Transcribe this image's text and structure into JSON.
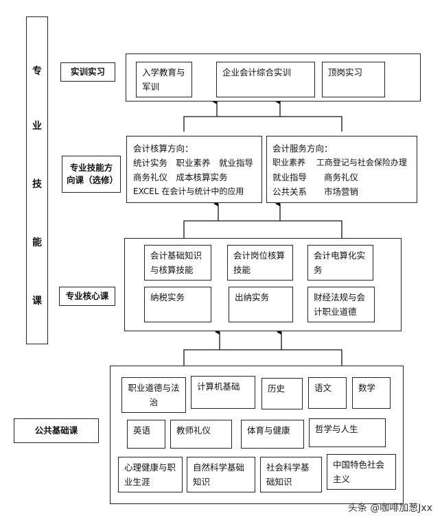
{
  "side_label": [
    "专",
    "业",
    "技",
    "能",
    "课"
  ],
  "practice": {
    "label": "实训实习",
    "items": [
      "入学教育与军训",
      "企业会计综合实训",
      "顶岗实习"
    ]
  },
  "direction": {
    "label": "专业技能方向课（选修）",
    "accounting": {
      "title": "会计核算方向：",
      "lines": [
        "统计实务　职业素养　就业指导",
        "商务礼仪　成本核算实务",
        "EXCEL 在会计与统计中的应用"
      ]
    },
    "service": {
      "title": "会计服务方向：",
      "lines": [
        "职业素养　 工商登记与社会保险办理",
        "就业指导　　商务礼仪",
        "公共关系　　市场营销"
      ]
    }
  },
  "core": {
    "label": "专业核心课",
    "items": [
      "会计基础知识与核算技能",
      "会计岗位核算技能",
      "会计电算化实务",
      "纳税实务",
      "出纳实务",
      "财经法规与会计职业道德"
    ]
  },
  "public": {
    "label": "公共基础课",
    "items": [
      "职业道德与法治",
      "计算机基础",
      "历史",
      "语文",
      "数学",
      "英语",
      "教师礼仪",
      "体育与健康",
      "哲学与人生",
      "心理健康与职业生涯",
      "自然科学基础知识",
      "社会科学基础知识",
      "中国特色社会主义"
    ]
  },
  "watermark": "头条 @咖啡加葱Jxx"
}
